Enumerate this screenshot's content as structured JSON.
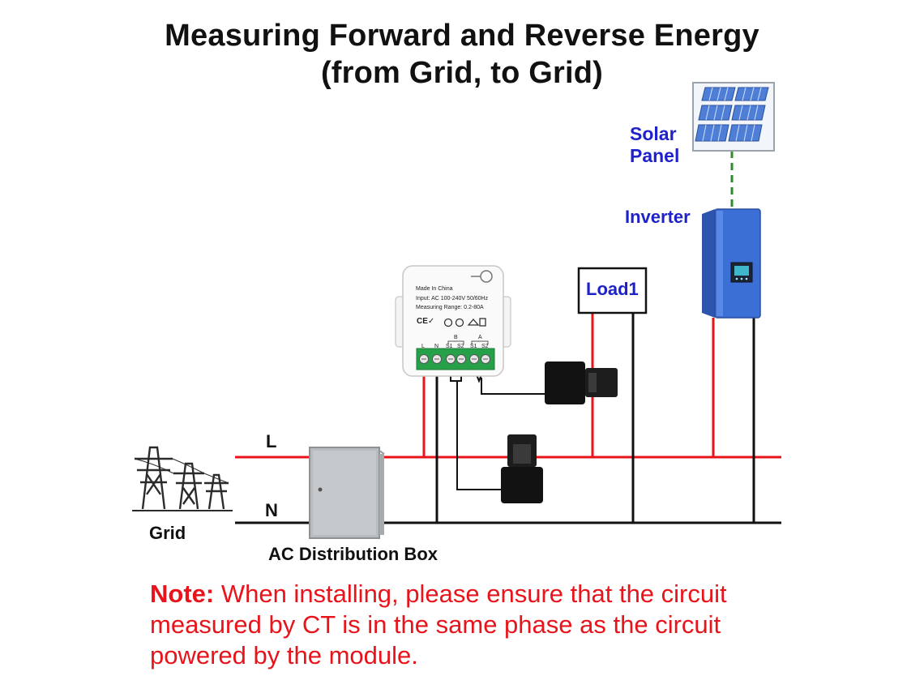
{
  "title": {
    "line1": "Measuring  Forward and Reverse Energy",
    "line2": "(from Grid, to Grid)"
  },
  "labels": {
    "solar_panel_line1": "Solar",
    "solar_panel_line2": "Panel",
    "inverter": "Inverter",
    "load": "Load1",
    "line_L": "L",
    "line_N": "N",
    "grid": "Grid",
    "ac_box": "AC Distribution Box"
  },
  "module": {
    "line1": "Made In China",
    "line2": "Input: AC 100-240V 50/60Hz",
    "line3": "Measuring Range: 0.2-80A",
    "group_b": "B",
    "group_a": "A",
    "terminals": [
      "L",
      "N",
      "S1",
      "S2",
      "S1",
      "S2"
    ]
  },
  "note": {
    "prefix": "Note:",
    "text": " When installing, please ensure that the circuit measured by CT is in the same phase as the circuit powered by the module."
  },
  "colors": {
    "live": "#e8141b",
    "neutral": "#111111",
    "label_blue": "#1f22c8",
    "dc_link": "#2e8b2e",
    "inverter": "#3c6fd6"
  }
}
